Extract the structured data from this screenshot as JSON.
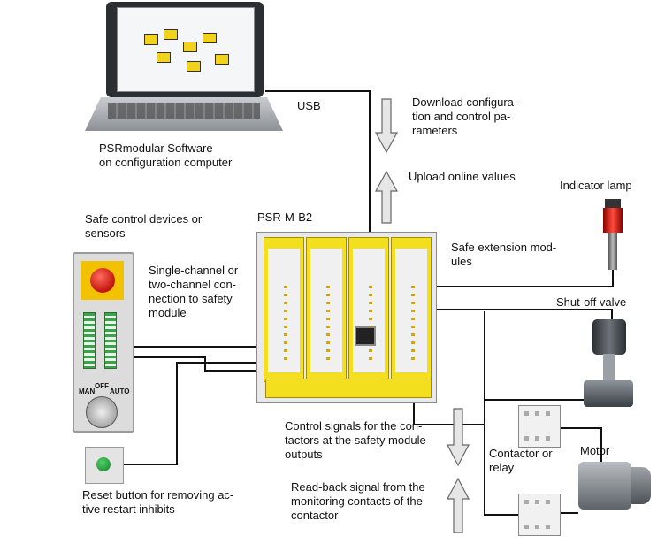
{
  "labels": {
    "usb": "USB",
    "download": "Download configura-\ntion and control pa-\nrameters",
    "upload": "Upload online values",
    "software": "PSRmodular Software\non configuration computer",
    "indicator_lamp": "Indicator lamp",
    "safe_control_devices": "Safe control devices or\nsensors",
    "psr_m_b2": "PSR-M-B2",
    "safe_extension": "Safe extension mod-\nules",
    "single_channel": "Single-channel or\ntwo-channel con-\nnection to safety\nmodule",
    "shut_off_valve": "Shut-off valve",
    "control_signals": "Control signals for the con-\ntactors at the safety module\noutputs",
    "contactor_relay": "Contactor or\nrelay",
    "motor": "Motor",
    "readback": "Read-back signal from the\nmonitoring contacts of the\ncontactor",
    "reset_button": "Reset button for removing ac-\ntive restart inhibits"
  },
  "selector_switch": {
    "off": "OFF",
    "man": "MAN",
    "auto": "AUTO"
  },
  "colors": {
    "module_yellow": "#f3df1e",
    "arrow_fill": "#e6e6e6",
    "wire": "#111111"
  },
  "icons": [
    "laptop-icon",
    "emergency-stop-icon",
    "light-curtain-icon",
    "selector-switch-icon",
    "reset-button-icon",
    "safety-module-rack-icon",
    "indicator-lamp-icon",
    "shut-off-valve-icon",
    "contactor-icon",
    "motor-icon"
  ]
}
